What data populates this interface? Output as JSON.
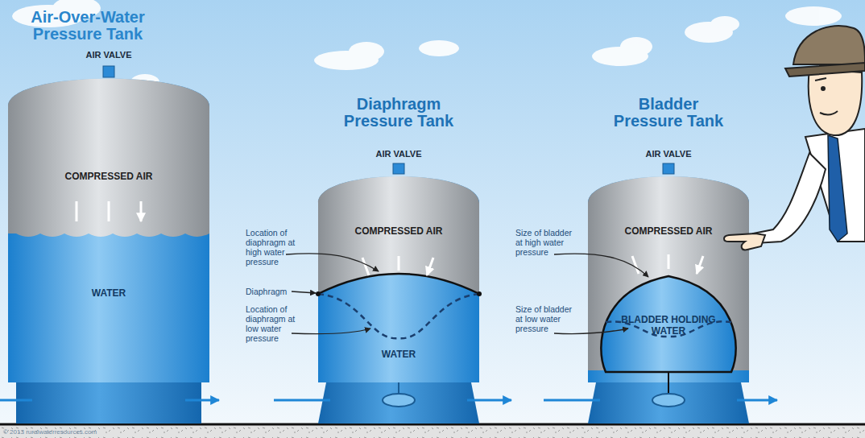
{
  "diagram": {
    "nodes": [
      {
        "text": [
          "Air-Over-Water Pressure Tank"
        ]
      },
      {
        "text": [
          "COMPRESSED AIR"
        ],
        "in": 0
      },
      {
        "text": [
          "WATER"
        ],
        "in": 0
      },
      {
        "text": [
          "Diaphragm Pressure Tank"
        ]
      },
      {
        "text": [
          "COMPRESSED AIR"
        ],
        "in": 3
      },
      {
        "text": [
          "WATER"
        ],
        "in": 3
      },
      {
        "text": [
          "Bladder Pressure Tank"
        ]
      },
      {
        "text": [
          "COMPRESSED AIR"
        ],
        "in": 6
      },
      {
        "text": [
          "BLADDER HOLDING WATER"
        ],
        "in": 6
      }
    ],
    "labels": [
      "AIR VALVE",
      "AIR VALVE",
      "AIR VALVE",
      "Location of diaphragm at high water pressure",
      "Diaphragm",
      "Location of diaphragm at low water pressure",
      "Size of bladder at high water pressure",
      "Size of bladder at low water pressure",
      "© 2013 ruralwaterresources.com"
    ]
  }
}
